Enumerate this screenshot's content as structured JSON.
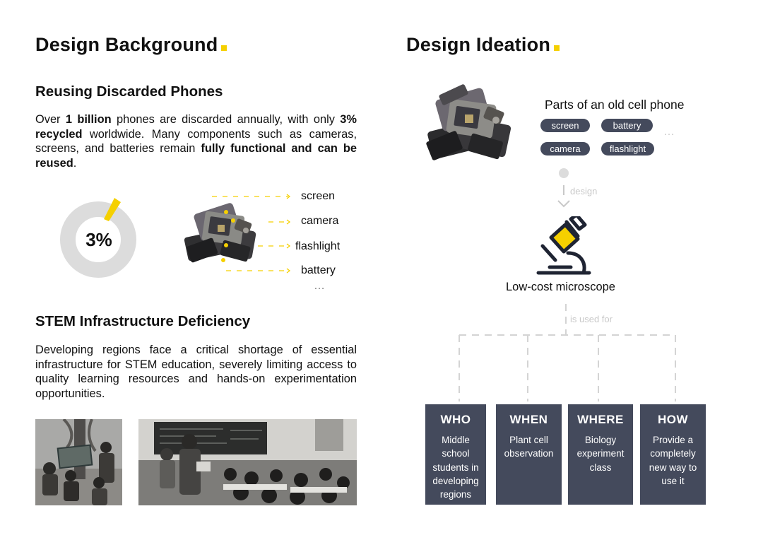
{
  "left": {
    "title": "Design Background",
    "section1": {
      "heading": "Reusing Discarded Phones",
      "p1_a": "Over ",
      "p1_b": "1 billion",
      "p1_c": " phones are discarded annually, with only ",
      "p1_d": "3% recycled",
      "p1_e": " worldwide. Many components such as cameras, screens, and batteries remain ",
      "p1_f": "fully functional and can be reused",
      "p1_g": "."
    },
    "donut": {
      "label": "3%",
      "value": 0.03,
      "accent": "#f5d000",
      "track": "#dcdcdc"
    },
    "parts": [
      "screen",
      "camera",
      "flashlight",
      "battery",
      "…"
    ],
    "section2": {
      "heading": "STEM Infrastructure Deficiency",
      "paragraph": "Developing regions face a critical shortage of essential infrastructure for STEM education, severely limiting access to quality learning resources and hands-on experimentation opportunities."
    }
  },
  "right": {
    "title": "Design Ideation",
    "parts_title": "Parts of an old cell phone",
    "pills": [
      "screen",
      "battery",
      "camera",
      "flashlight"
    ],
    "pills_more": "…",
    "design_label": "design",
    "microscope_label": "Low-cost microscope",
    "used_for_label": "is used for",
    "cards": [
      {
        "title": "WHO",
        "text": "Middle school students in developing regions"
      },
      {
        "title": "WHEN",
        "text": "Plant cell observation"
      },
      {
        "title": "WHERE",
        "text": "Biology experiment class"
      },
      {
        "title": "HOW",
        "text": "Provide a completely new way to use it"
      }
    ]
  },
  "colors": {
    "accent": "#f5d000",
    "card": "#444a5c",
    "line": "#d0d0d0"
  }
}
